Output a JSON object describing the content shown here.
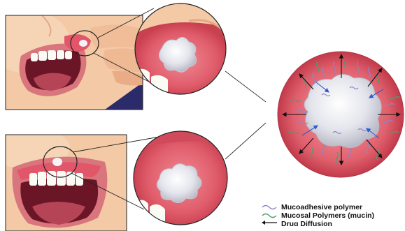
{
  "colors": {
    "skin": "#f3c9a6",
    "skin_shadow": "#e3a987",
    "lip": "#d9757c",
    "gum": "#e2566a",
    "mouth_dark": "#6b1626",
    "tongue": "#b54456",
    "teeth": "#fbfbf6",
    "ulcer": "#e8e9ef",
    "mucoadhesive_polymer": "#8a86c9",
    "mucin": "#4f9c6c",
    "diffusion_arrow": "#111111",
    "inner_arrow": "#2a5bd4",
    "background_blue": "#2b2b6b"
  },
  "legend": {
    "items": [
      {
        "label": "Mucoadhesive polymer",
        "symbol": "wave-lavender"
      },
      {
        "label": "Mucosal Polymers (mucin)",
        "symbol": "wave-green"
      },
      {
        "label": "Drug Diffusion",
        "symbol": "arrow-left"
      }
    ]
  }
}
